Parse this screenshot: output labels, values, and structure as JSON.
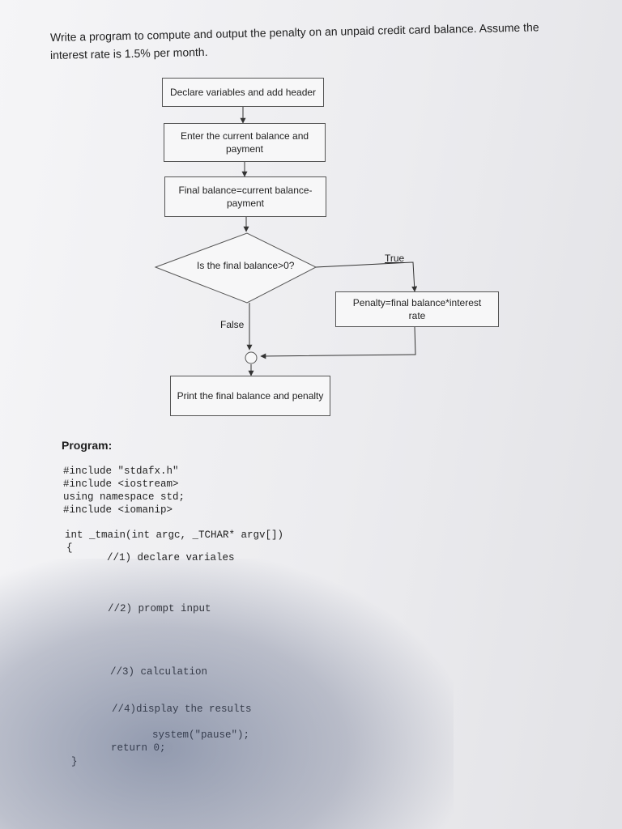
{
  "problem": {
    "line1": "Write a program to compute and output the penalty on an unpaid credit card balance. Assume the",
    "line2": "interest rate is 1.5% per month."
  },
  "flowchart": {
    "step1": "Declare variables and add header",
    "step2_line1": "Enter the current balance and",
    "step2_line2": "payment",
    "step3_line1": "Final balance=current balance-",
    "step3_line2": "payment",
    "decision": "Is the final balance>0?",
    "true_label": "True",
    "false_label": "False",
    "penalty_line1": "Penalty=final balance*interest",
    "penalty_line2": "rate",
    "output": "Print the final balance and penalty"
  },
  "program": {
    "heading": "Program:",
    "lines": [
      "#include \"stdafx.h\"",
      "#include <iostream>",
      "using namespace std;",
      "#include <iomanip>",
      "int _tmain(int argc, _TCHAR* argv[])",
      "{",
      "//1) declare variales",
      "//2) prompt input",
      "//3) calculation",
      "//4)display the results",
      "system(\"pause\");",
      "return 0;",
      "}"
    ]
  }
}
